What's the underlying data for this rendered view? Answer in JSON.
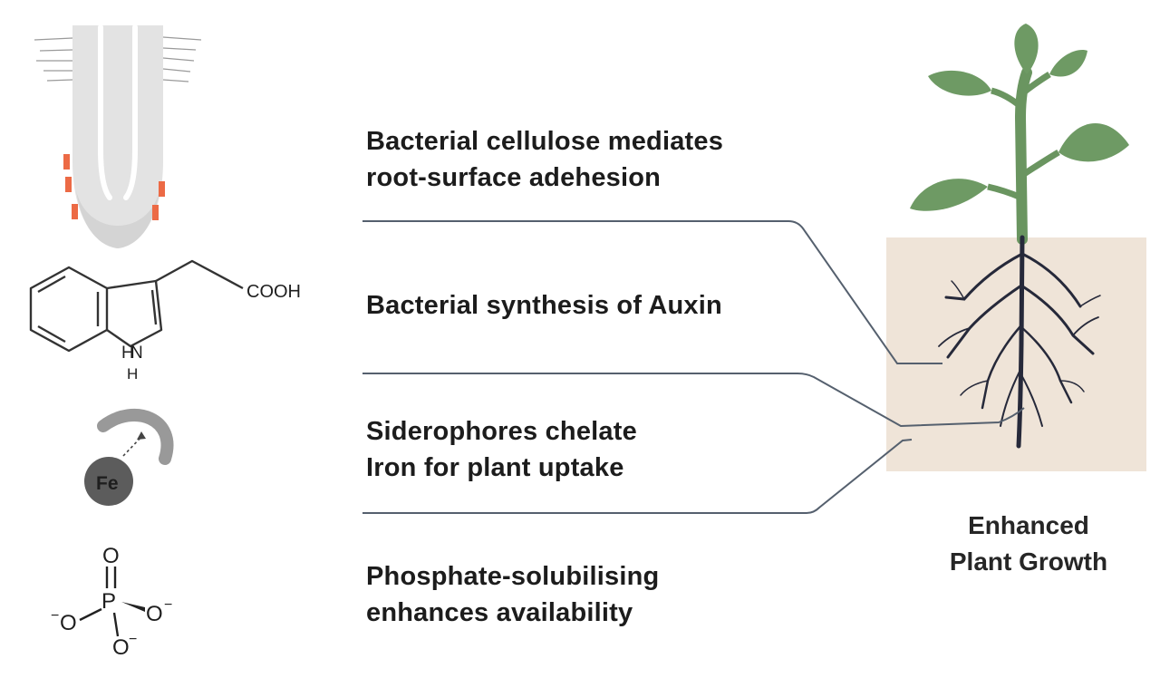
{
  "captions": {
    "cellulose": {
      "line1": "Bacterial cellulose mediates",
      "line2": "root-surface adehesion"
    },
    "auxin": {
      "line1": "Bacterial synthesis of Auxin"
    },
    "siderophore": {
      "line1": "Siderophores chelate",
      "line2": "Iron for plant uptake"
    },
    "phosphate": {
      "line1": "Phosphate-solubilising",
      "line2": "enhances availability"
    }
  },
  "outcome": {
    "line1": "Enhanced",
    "line2": "Plant Growth"
  },
  "chemistry": {
    "auxin_group": "COOH",
    "auxin_nh": "N",
    "auxin_h_top": "H",
    "auxin_h_bottom": "H",
    "iron_symbol": "Fe",
    "phosphorus": "P",
    "oxygen_top": "O",
    "oxygen_left": "O",
    "oxygen_right": "O",
    "oxygen_bottom": "O",
    "charge": "−"
  },
  "colors": {
    "leaf": "#6e9a64",
    "stem": "#6a9560",
    "root": "#26293a",
    "soil": "#efe4d8",
    "connector": "#55606e",
    "root_tip": "#e2e2e2",
    "adhesion_marks": "#ec6a45",
    "fe_ball": "#5c5c5c",
    "siderophore": "#999999"
  }
}
